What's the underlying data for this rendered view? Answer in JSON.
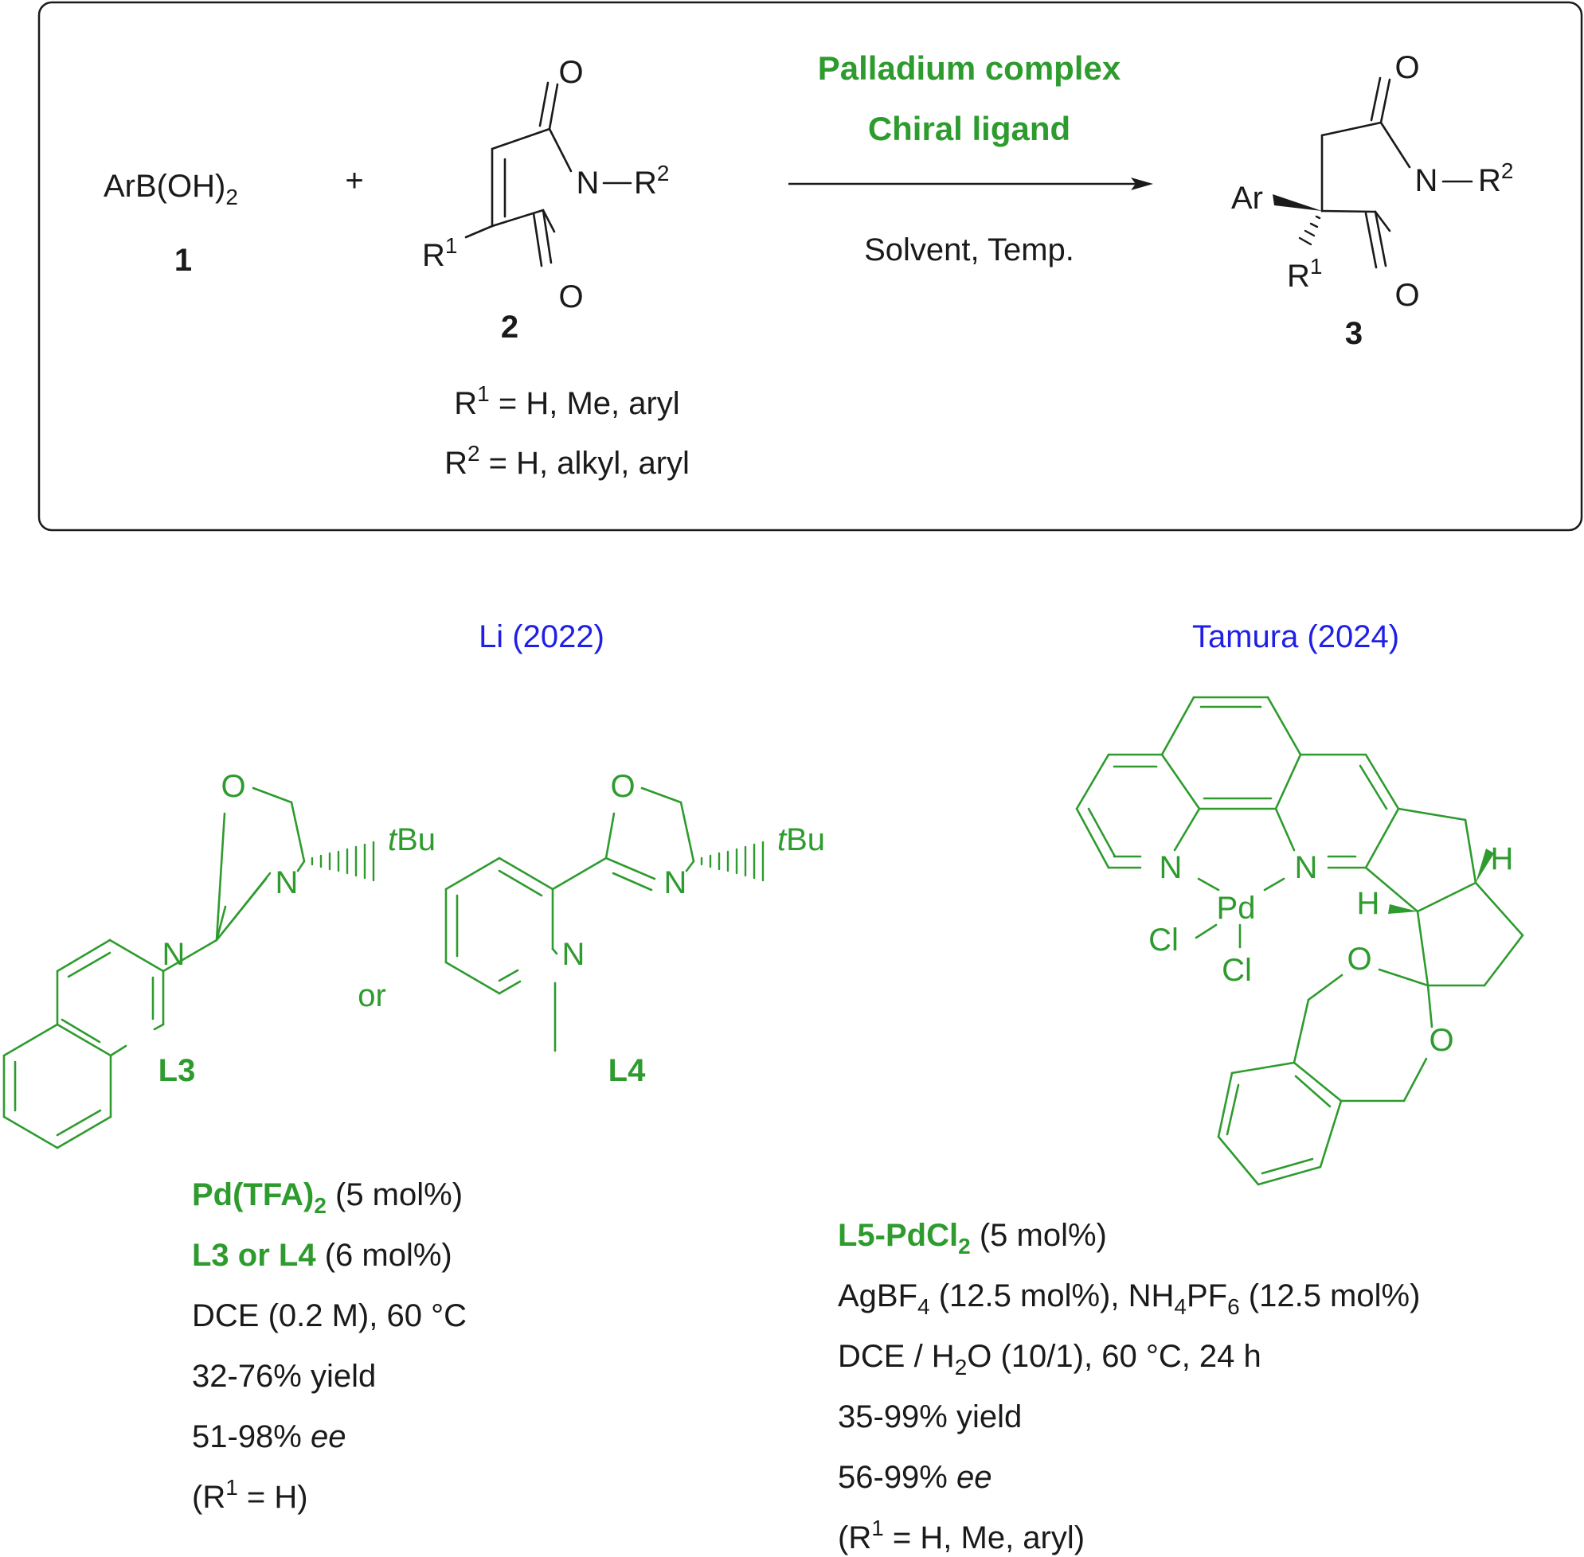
{
  "colors": {
    "black": "#1a1a1a",
    "green": "#2e9b2e",
    "blue": "#1f1fe6"
  },
  "scheme": {
    "reactant1": {
      "formula": "ArB(OH)",
      "sub": "2",
      "number": "1"
    },
    "plus": "+",
    "reactant2": {
      "number": "2",
      "O_top": "O",
      "O_bottom": "O",
      "N": "N",
      "R2": "R",
      "R2_sup": "2",
      "R1": "R",
      "R1_sup": "1",
      "dash": "−",
      "scope_r1": {
        "main": "R",
        "sup": "1",
        "rest": " = H, Me, aryl"
      },
      "scope_r2": {
        "main": "R",
        "sup": "2",
        "rest": " = H, alkyl, aryl"
      }
    },
    "arrow": {
      "above_line1": "Palladium complex",
      "above_line2": "Chiral ligand",
      "below": "Solvent, Temp."
    },
    "product": {
      "number": "3",
      "Ar": "Ar",
      "O_top": "O",
      "O_bottom": "O",
      "N": "N",
      "R2": "R",
      "R2_sup": "2",
      "R1": "R",
      "R1_sup": "1",
      "dash": "−"
    }
  },
  "li": {
    "heading": "Li (2022)",
    "or": "or",
    "L3": {
      "label": "L3",
      "O": "O",
      "N_ox": "N",
      "N_py": "N",
      "tBu_t": "t",
      "tBu_rest": "Bu"
    },
    "L4": {
      "label": "L4",
      "O": "O",
      "N_ox": "N",
      "N_py": "N",
      "tBu_t": "t",
      "tBu_rest": "Bu"
    },
    "conditions": {
      "line1": {
        "bold": "Pd(TFA)",
        "sub": "2",
        "rest": " (5 mol%)"
      },
      "line2": {
        "bold": "L3 or L4",
        "rest": " (6 mol%)"
      },
      "line3": "DCE (0.2 M), 60 °C",
      "line4": "32-76% yield",
      "line5": {
        "main": "51-98% ",
        "italic": "ee"
      },
      "line6": {
        "open": "(R",
        "sup": "1",
        "rest": " = H)"
      }
    }
  },
  "tamura": {
    "heading": "Tamura (2024)",
    "atoms": {
      "N1": "N",
      "N2": "N",
      "Pd": "Pd",
      "Cl1": "Cl",
      "Cl2": "Cl",
      "H1": "H",
      "H2": "H",
      "O1": "O",
      "O2": "O"
    },
    "conditions": {
      "line1": {
        "bold": "L5-PdCl",
        "sub": "2",
        "rest": " (5 mol%)"
      },
      "line2": {
        "a": "AgBF",
        "a_sub": "4",
        "b": " (12.5 mol%), NH",
        "b_sub": "4",
        "c": "PF",
        "c_sub": "6",
        "d": " (12.5 mol%)"
      },
      "line3": {
        "a": "DCE / H",
        "a_sub": "2",
        "b": "O (10/1), 60 °C, 24 h"
      },
      "line4": "35-99% yield",
      "line5": {
        "main": "56-99% ",
        "italic": "ee"
      },
      "line6": {
        "open": "(R",
        "sup": "1",
        "rest": " = H, Me, aryl)"
      }
    }
  }
}
